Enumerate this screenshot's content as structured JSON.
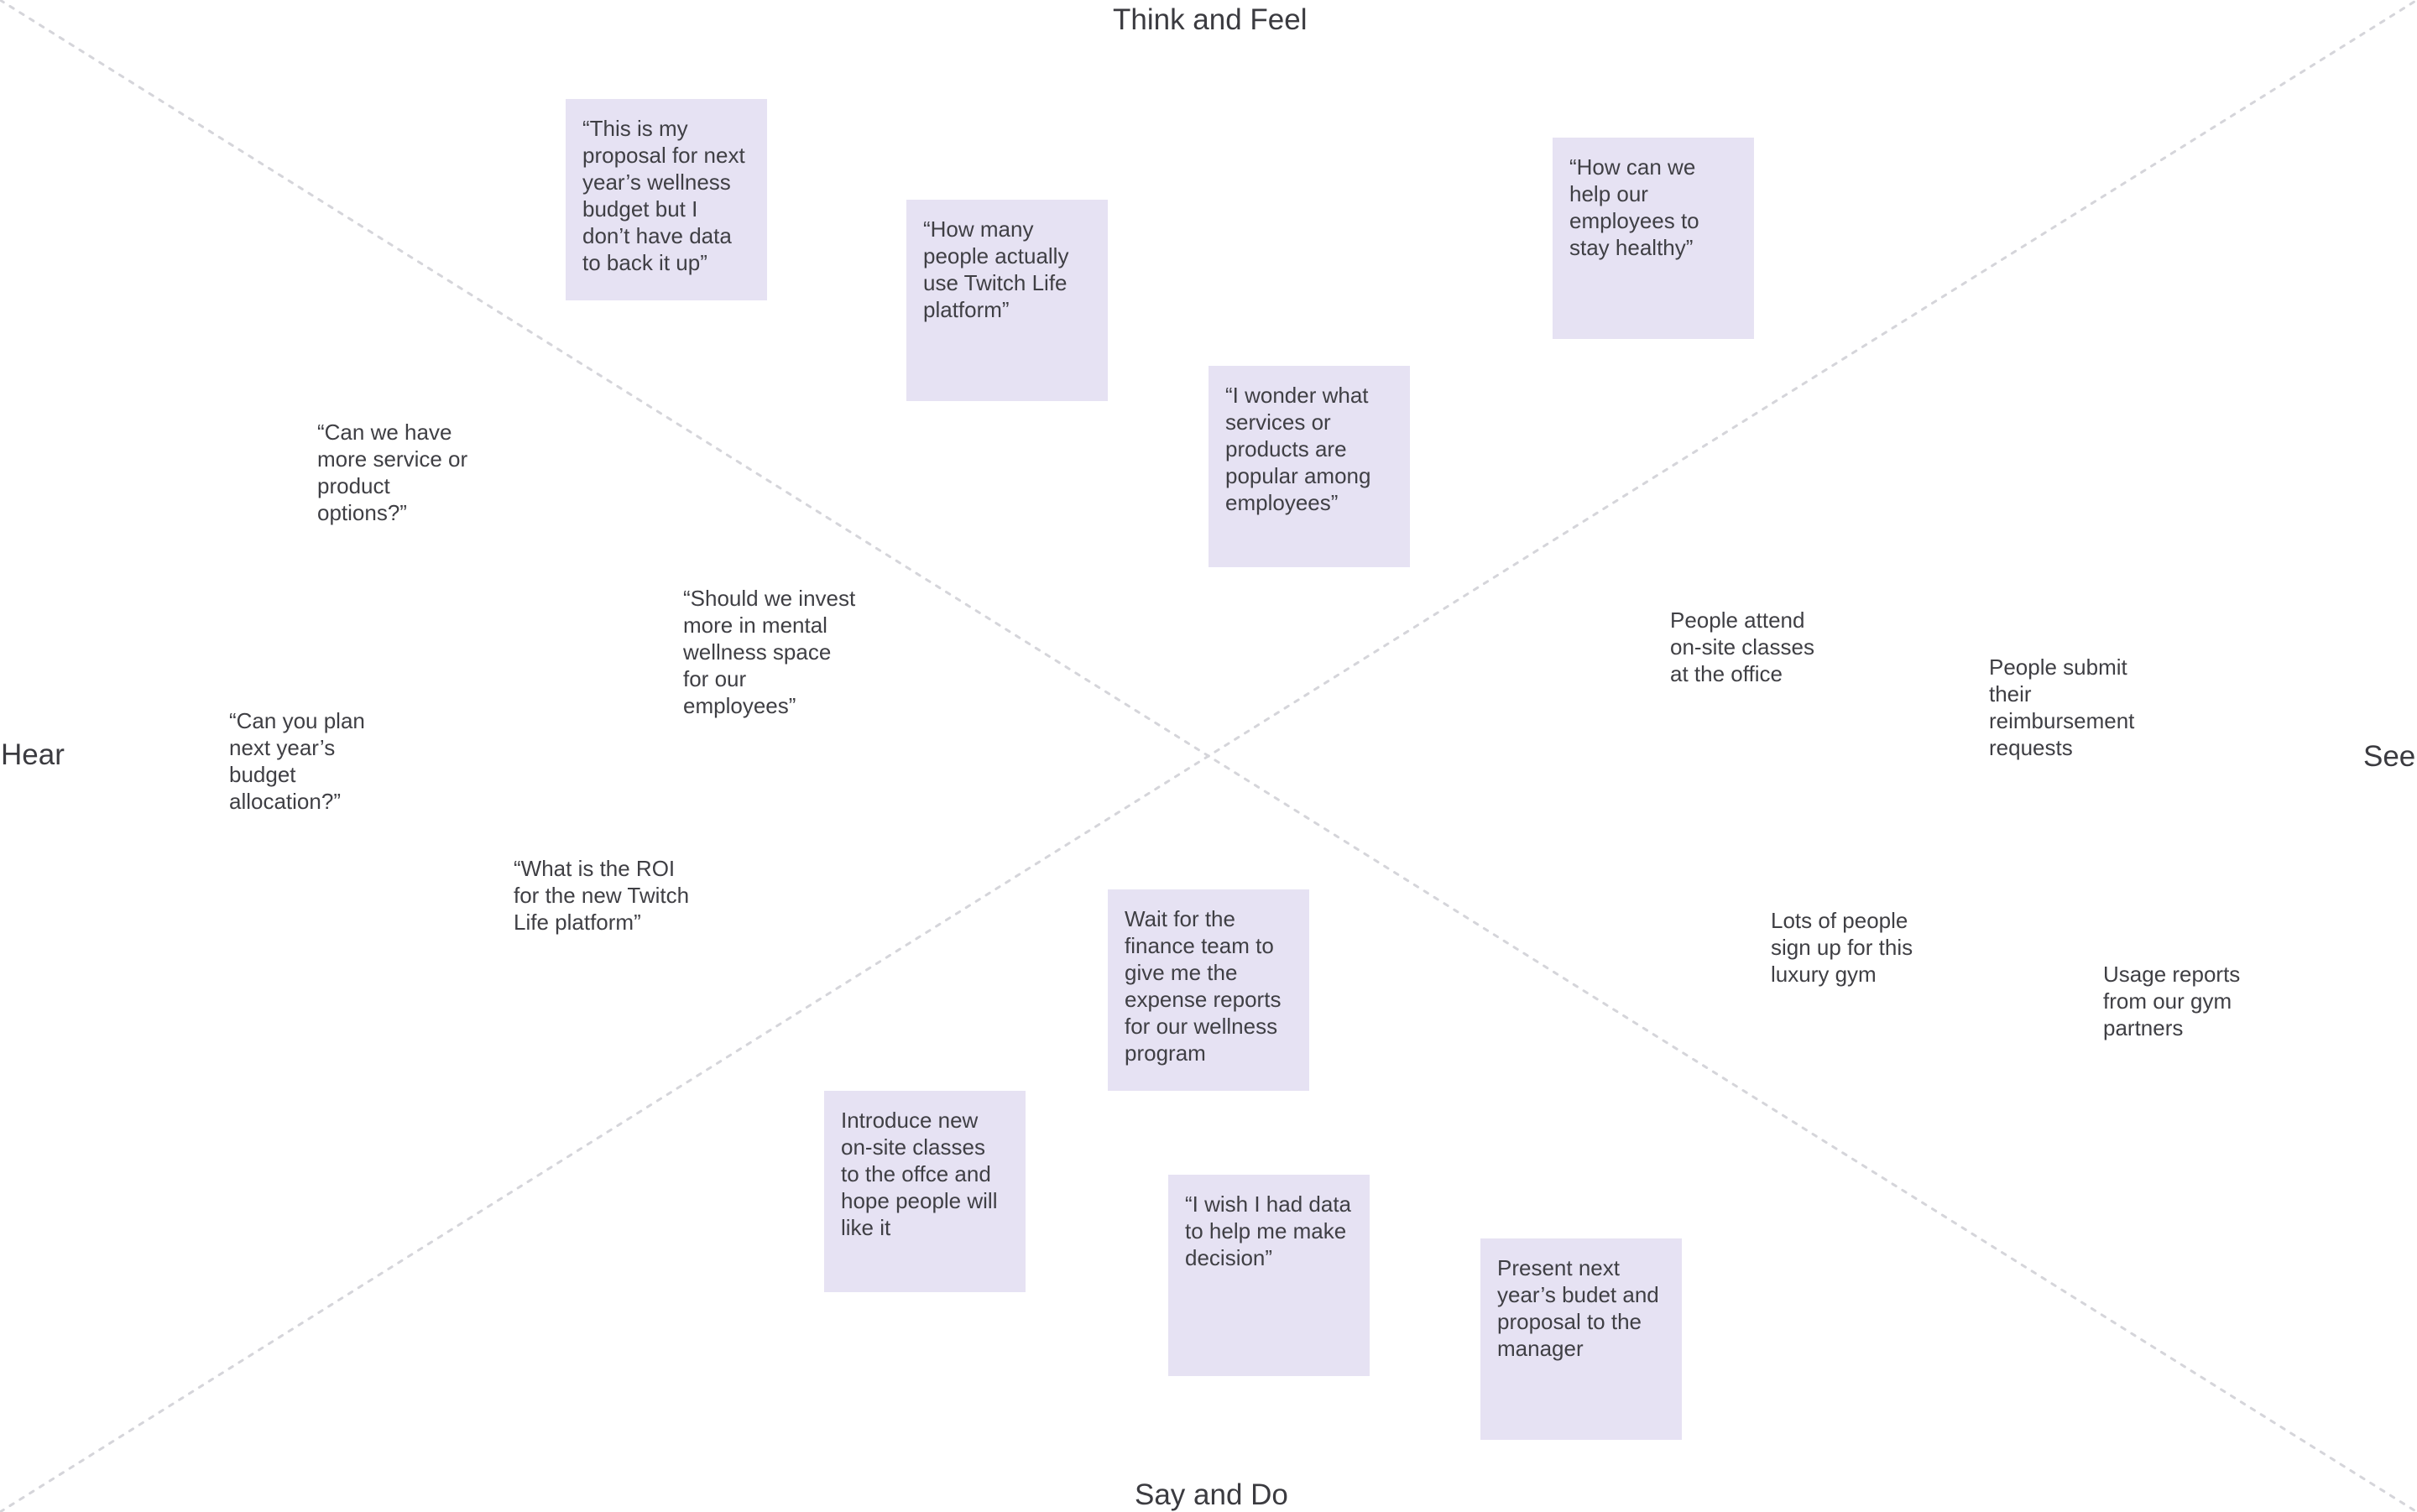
{
  "quadrants": {
    "top": "Think and Feel",
    "left": "Hear",
    "right": "See",
    "bottom": "Say and Do"
  },
  "stickies": {
    "proposal_budget": "“This is my proposal for next year’s wellness budget but I don’t have data to back it up”",
    "how_many_people": "“How many people actually use Twitch Life platform”",
    "help_employees": "“How can we help our employees to stay healthy”",
    "wonder_services": "“I wonder what services or products are popular among employees”",
    "wait_finance": "Wait for the finance team to give me the expense reports for our wellness program",
    "introduce_classes": "Introduce new on-site classes to the offce and hope people will like it",
    "wish_data": "“I wish I had data to help me make decision”",
    "present_budget": "Present next year’s budet and proposal to the manager"
  },
  "notes": {
    "more_service": "“Can we have more service or product options?”",
    "mental_wellness": "“Should we invest more in mental wellness space for our employees”",
    "plan_budget": "“Can you plan next year’s budget allocation?”",
    "roi": "“What is the ROI for the new Twitch Life platform”",
    "attend_classes": "People attend on-site classes at the office",
    "submit_reimbursement": "People submit their reimbursement requests",
    "luxury_gym": "Lots of people sign up for this luxury gym",
    "usage_reports": "Usage reports from our gym partners"
  },
  "colors": {
    "sticky_fill": "#e6e2f3",
    "text": "#3f3f44",
    "divider": "#d5d5da",
    "background": "#ffffff"
  }
}
